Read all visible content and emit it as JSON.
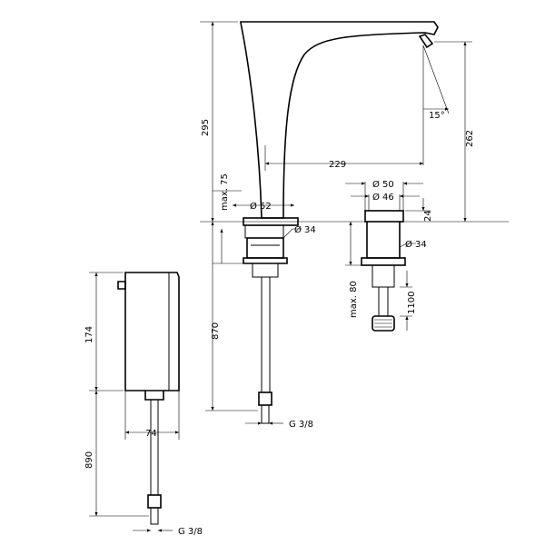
{
  "dimensions": {
    "d295": "295",
    "d262": "262",
    "d15deg": "15°",
    "d229": "229",
    "dmax75": "max. 75",
    "d52": "Ø 52",
    "d50": "Ø 50",
    "d46": "Ø 46",
    "d24": "24",
    "d34a": "Ø 34",
    "d34b": "Ø 34",
    "d870": "870",
    "dmax80": "max. 80",
    "d1100": "1100",
    "d174": "174",
    "d74": "74",
    "d890": "890",
    "g38a": "G 3/8",
    "g38b": "G 3/8"
  }
}
